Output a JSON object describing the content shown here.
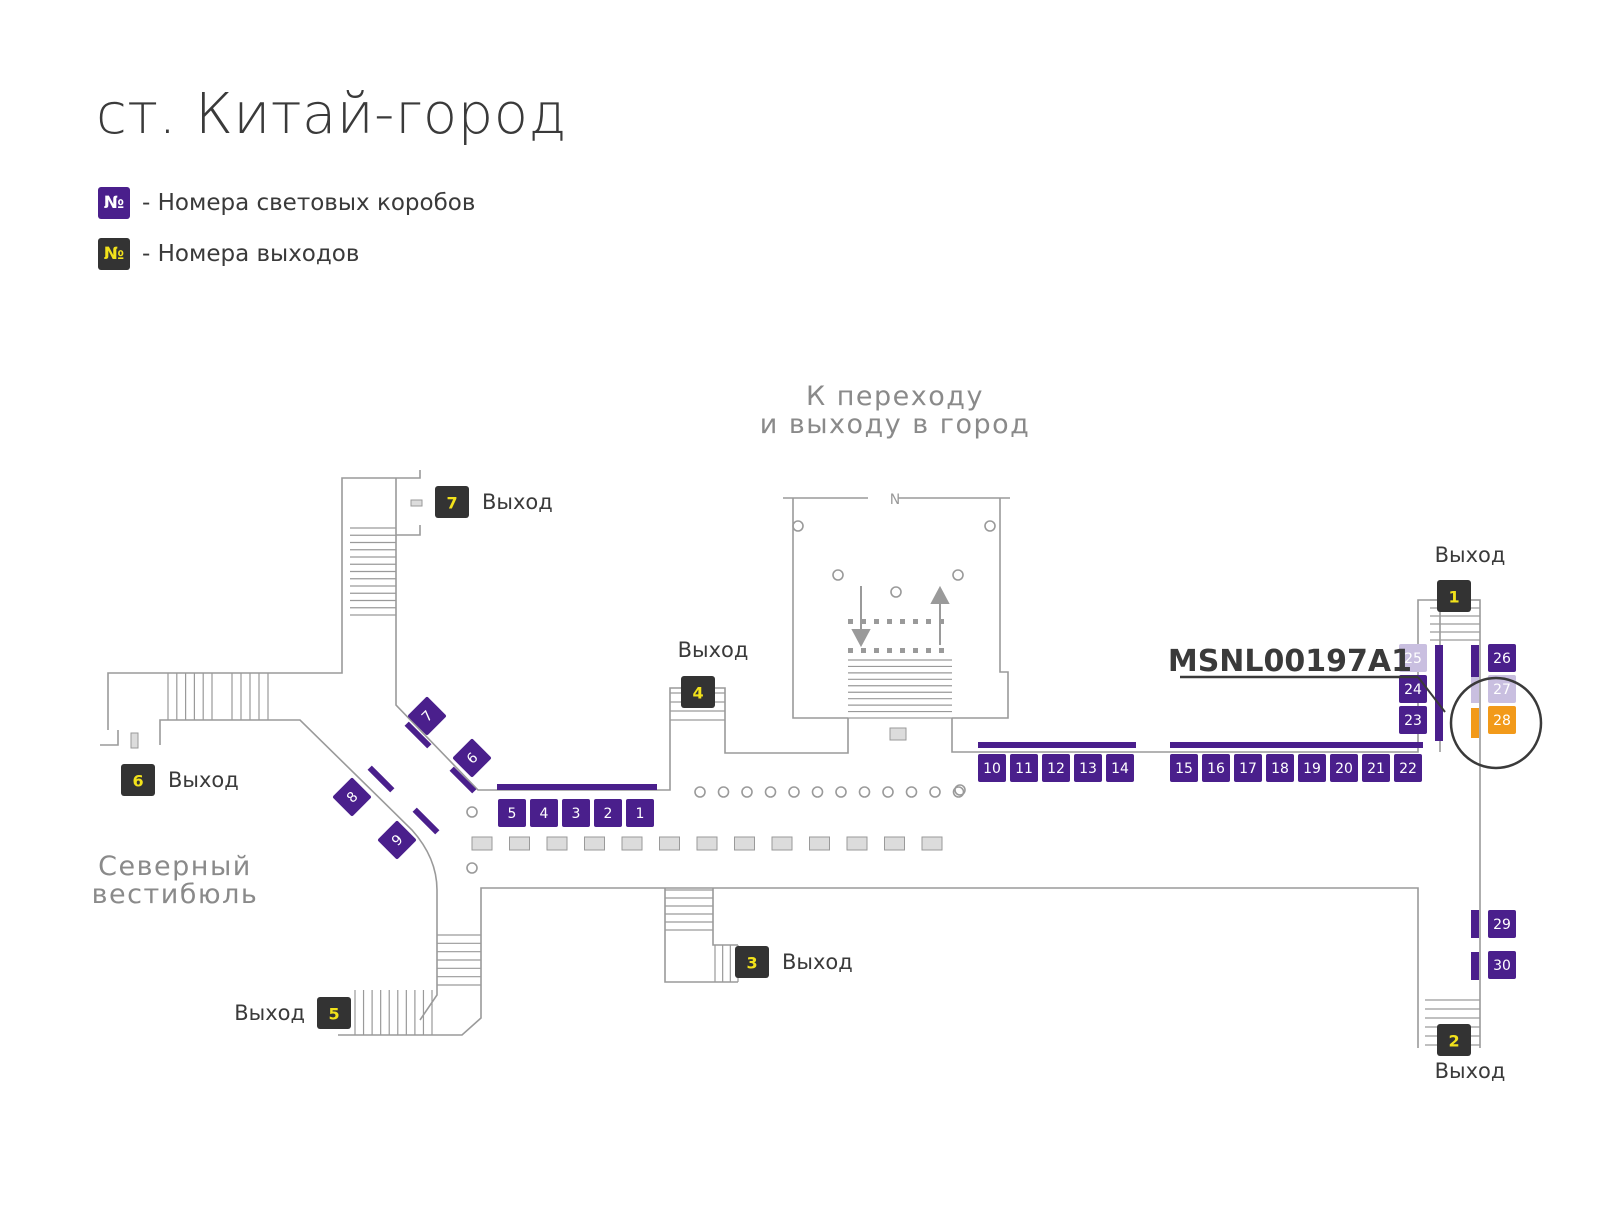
{
  "title": "ст. Китай-город",
  "legend": [
    {
      "symbol": "№",
      "text": "- Номера световых коробов",
      "kind": "lightbox"
    },
    {
      "symbol": "№",
      "text": "- Номера выходов",
      "kind": "exit"
    }
  ],
  "colors": {
    "lightbox": "#4a1f8c",
    "lightbox_faded": "#c9bfe0",
    "highlight": "#f29a1a",
    "exit_bg": "#333333",
    "exit_text": "#f2e21b",
    "wall": "#9a9a9a"
  },
  "labels": {
    "transfer_line1": "К переходу",
    "transfer_line2": "и выходу в город",
    "north_line1": "Северный",
    "north_line2": "вестибюль",
    "exit_word": "Выход",
    "north_marker": "N",
    "highlight_code": "MSNL00197A1"
  },
  "exits": [
    "1",
    "2",
    "3",
    "4",
    "5",
    "6",
    "7"
  ],
  "lightboxes": [
    "1",
    "2",
    "3",
    "4",
    "5",
    "6",
    "7",
    "8",
    "9",
    "10",
    "11",
    "12",
    "13",
    "14",
    "15",
    "16",
    "17",
    "18",
    "19",
    "20",
    "21",
    "22",
    "23",
    "24",
    "25",
    "26",
    "27",
    "28",
    "29",
    "30"
  ],
  "highlighted_lightbox": "28",
  "faded_lightboxes": [
    "25",
    "27"
  ]
}
